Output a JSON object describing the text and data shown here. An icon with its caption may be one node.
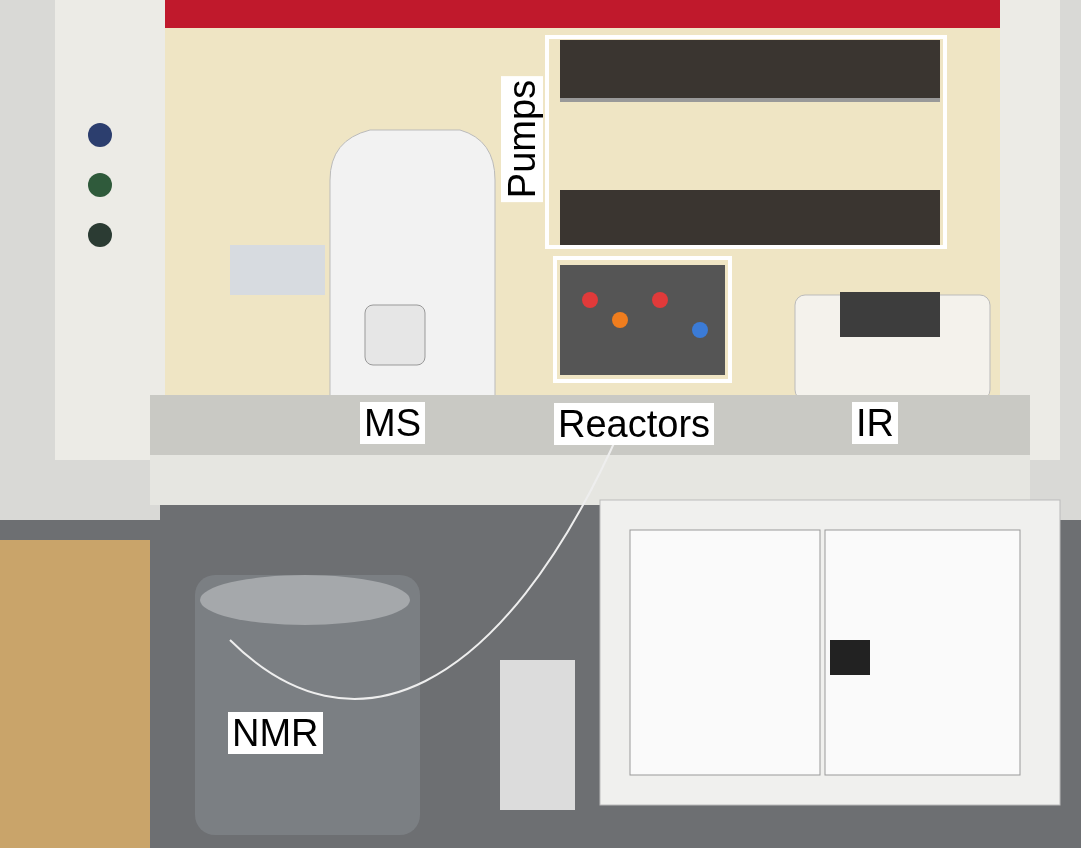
{
  "diagram": {
    "nodes": [
      {
        "text": [
          "Pumps"
        ]
      },
      {
        "text": [
          "Reactors"
        ]
      }
    ],
    "labels": [
      "MS",
      "IR",
      "NMR"
    ]
  }
}
